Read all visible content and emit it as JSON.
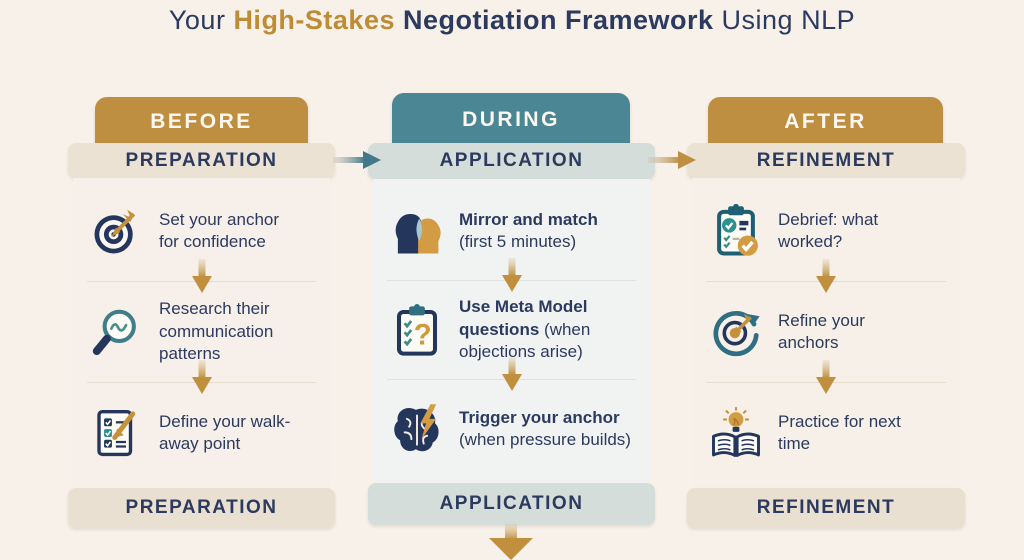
{
  "title": {
    "s1": "Your ",
    "s2": "High-Stakes",
    "s3": " Negotiation Framework ",
    "s4": "Using NLP"
  },
  "colors": {
    "navy": "#2B3A5E",
    "gold": "#BE8E41",
    "teal": "#4A8693",
    "background": "#F8F1EA",
    "beige_band": "#ECE2D3",
    "teal_band": "#D4DDD9"
  },
  "columns": [
    {
      "header": "BEFORE",
      "stage": "PREPARATION",
      "footer": "PREPARATION",
      "items": [
        {
          "icon": "target-icon",
          "bold": "",
          "text": "Set your anchor for confidence"
        },
        {
          "icon": "magnifier-icon",
          "bold": "",
          "text": "Research their communication patterns"
        },
        {
          "icon": "checklist-icon",
          "bold": "",
          "text": "Define your walk-away point"
        }
      ]
    },
    {
      "header": "DURING",
      "stage": "APPLICATION",
      "footer": "APPLICATION",
      "items": [
        {
          "icon": "faces-icon",
          "bold": "Mirror and match",
          "text": "(first 5 minutes)"
        },
        {
          "icon": "clipboard-question-icon",
          "bold": "Use Meta Model questions",
          "text": "(when objections arise)"
        },
        {
          "icon": "brain-lightning-icon",
          "bold": "Trigger your anchor",
          "text": "(when pressure builds)"
        }
      ]
    },
    {
      "header": "AFTER",
      "stage": "REFINEMENT",
      "footer": "REFINEMENT",
      "items": [
        {
          "icon": "clipboard-check-icon",
          "bold": "",
          "text": "Debrief: what worked?"
        },
        {
          "icon": "refresh-target-icon",
          "bold": "",
          "text": "Refine your anchors"
        },
        {
          "icon": "book-lightbulb-icon",
          "bold": "",
          "text": "Practice for next time"
        }
      ]
    }
  ]
}
